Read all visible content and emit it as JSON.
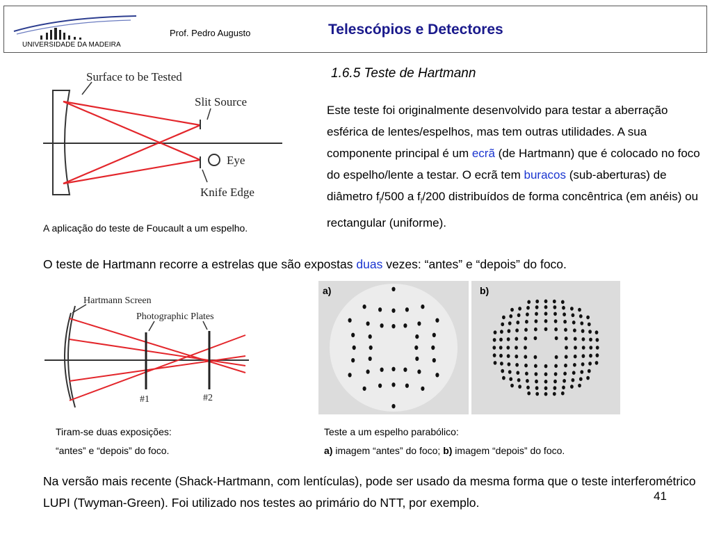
{
  "header": {
    "university": "UNIVERSIDADE DA MADEIRA",
    "author": "Prof. Pedro Augusto",
    "title": "Telescópios e Detectores"
  },
  "section_title": "1.6.5 Teste de Hartmann",
  "intro": {
    "t1": "Este teste foi originalmente desenvolvido para testar a aberração esférica de lentes/espelhos, mas tem outras utilidades. A sua componente principal é um ",
    "hl1": "ecrã",
    "t2": " (de Hartmann) que é colocado no foco do espelho/lente a testar. O ecrã tem ",
    "hl2": "buracos",
    "t3": " (sub-aberturas) de diâmetro f",
    "sub1": "l",
    "t4": "/500 a f",
    "sub2": "l",
    "t5": "/200 distribuídos de forma concêntrica (em anéis) ou rectangular (uniforme)."
  },
  "figure1": {
    "labels": {
      "surface": "Surface to be Tested",
      "slit": "Slit Source",
      "eye": "Eye",
      "knife": "Knife Edge"
    },
    "caption": "A aplicação do teste de Foucault a um espelho."
  },
  "line2": {
    "t1": "O teste de Hartmann recorre a estrelas que são expostas ",
    "hl": "duas",
    "t2": " vezes: “antes” e “depois” do foco."
  },
  "figure2": {
    "labels": {
      "screen": "Hartmann Screen",
      "plates": "Photographic Plates",
      "p1": "#1",
      "p2": "#2"
    },
    "caption_line1": "Tiram-se duas exposições:",
    "caption_line2": "“antes” e “depois” do foco."
  },
  "photos": {
    "label_a": "a)",
    "label_b": "b)",
    "caption_line1": "Teste a um espelho parabólico:",
    "cap_a": "a)",
    "cap_a_text": " imagem “antes” do foco; ",
    "cap_b": "b)",
    "cap_b_text": " imagem “depois” do foco."
  },
  "bottom_text": "Na versão mais recente (Shack-Hartmann, com lentículas), pode ser usado da mesma forma que o teste interferométrico LUPI (Twyman-Green). Foi utilizado nos testes ao primário do NTT, por exemplo.",
  "page_number": "41",
  "colors": {
    "title": "#1a1a8c",
    "highlight": "#1a35d0",
    "ray": "#e3262b"
  }
}
